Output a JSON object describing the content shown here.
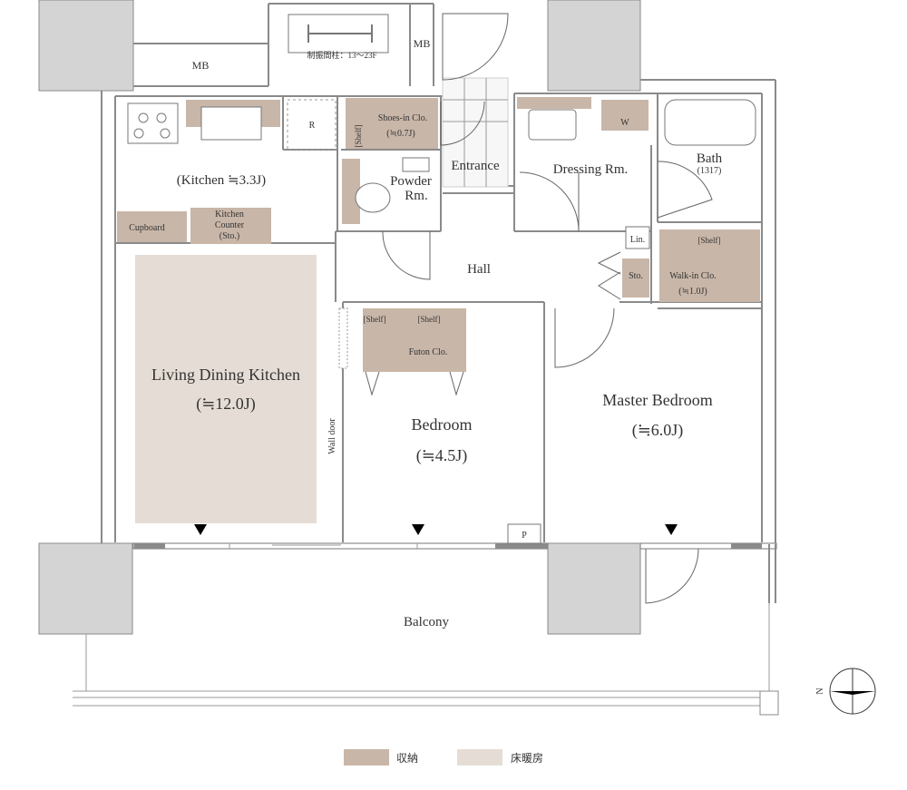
{
  "colors": {
    "storage": "#c8b6a8",
    "floor_heating": "#e5ddd5",
    "column": "#d4d4d4",
    "wall": "#8a8a8a",
    "text": "#333333"
  },
  "labels": {
    "mb_left": "MB",
    "mb_right": "MB",
    "column_note": "制振間柱：13〜23F",
    "refrigerator": "R",
    "shoes_closet": "Shoes-in Clo.",
    "shoes_closet_size": "(≒0.7J)",
    "shoes_shelf": "[Shelf]",
    "entrance": "Entrance",
    "washer": "W",
    "dressing": "Dressing Rm.",
    "bath": "Bath",
    "bath_size": "(1317)",
    "kitchen": "(Kitchen ≒3.3J)",
    "powder_line1": "Powder",
    "powder_line2": "Rm.",
    "cupboard": "Cupboard",
    "kitchen_counter_line1": "Kitchen",
    "kitchen_counter_line2": "Counter",
    "kitchen_counter_line3": "(Sto.)",
    "hall": "Hall",
    "linen": "Lin.",
    "wic_shelf": "[Shelf]",
    "sto": "Sto.",
    "wic": "Walk-in Clo.",
    "wic_size": "(≒1.0J)",
    "bedroom_shelf1": "[Shelf]",
    "bedroom_shelf2": "[Shelf]",
    "futon": "Futon Clo.",
    "ldk": "Living Dining Kitchen",
    "ldk_size": "(≒12.0J)",
    "master": "Master Bedroom",
    "master_size": "(≒6.0J)",
    "wall_door": "Wall door",
    "bedroom": "Bedroom",
    "bedroom_size": "(≒4.5J)",
    "p": "P",
    "balcony": "Balcony",
    "north": "N"
  },
  "legend": [
    {
      "label": "収納",
      "color": "#c8b6a8"
    },
    {
      "label": "床暖房",
      "color": "#e5ddd5"
    }
  ]
}
